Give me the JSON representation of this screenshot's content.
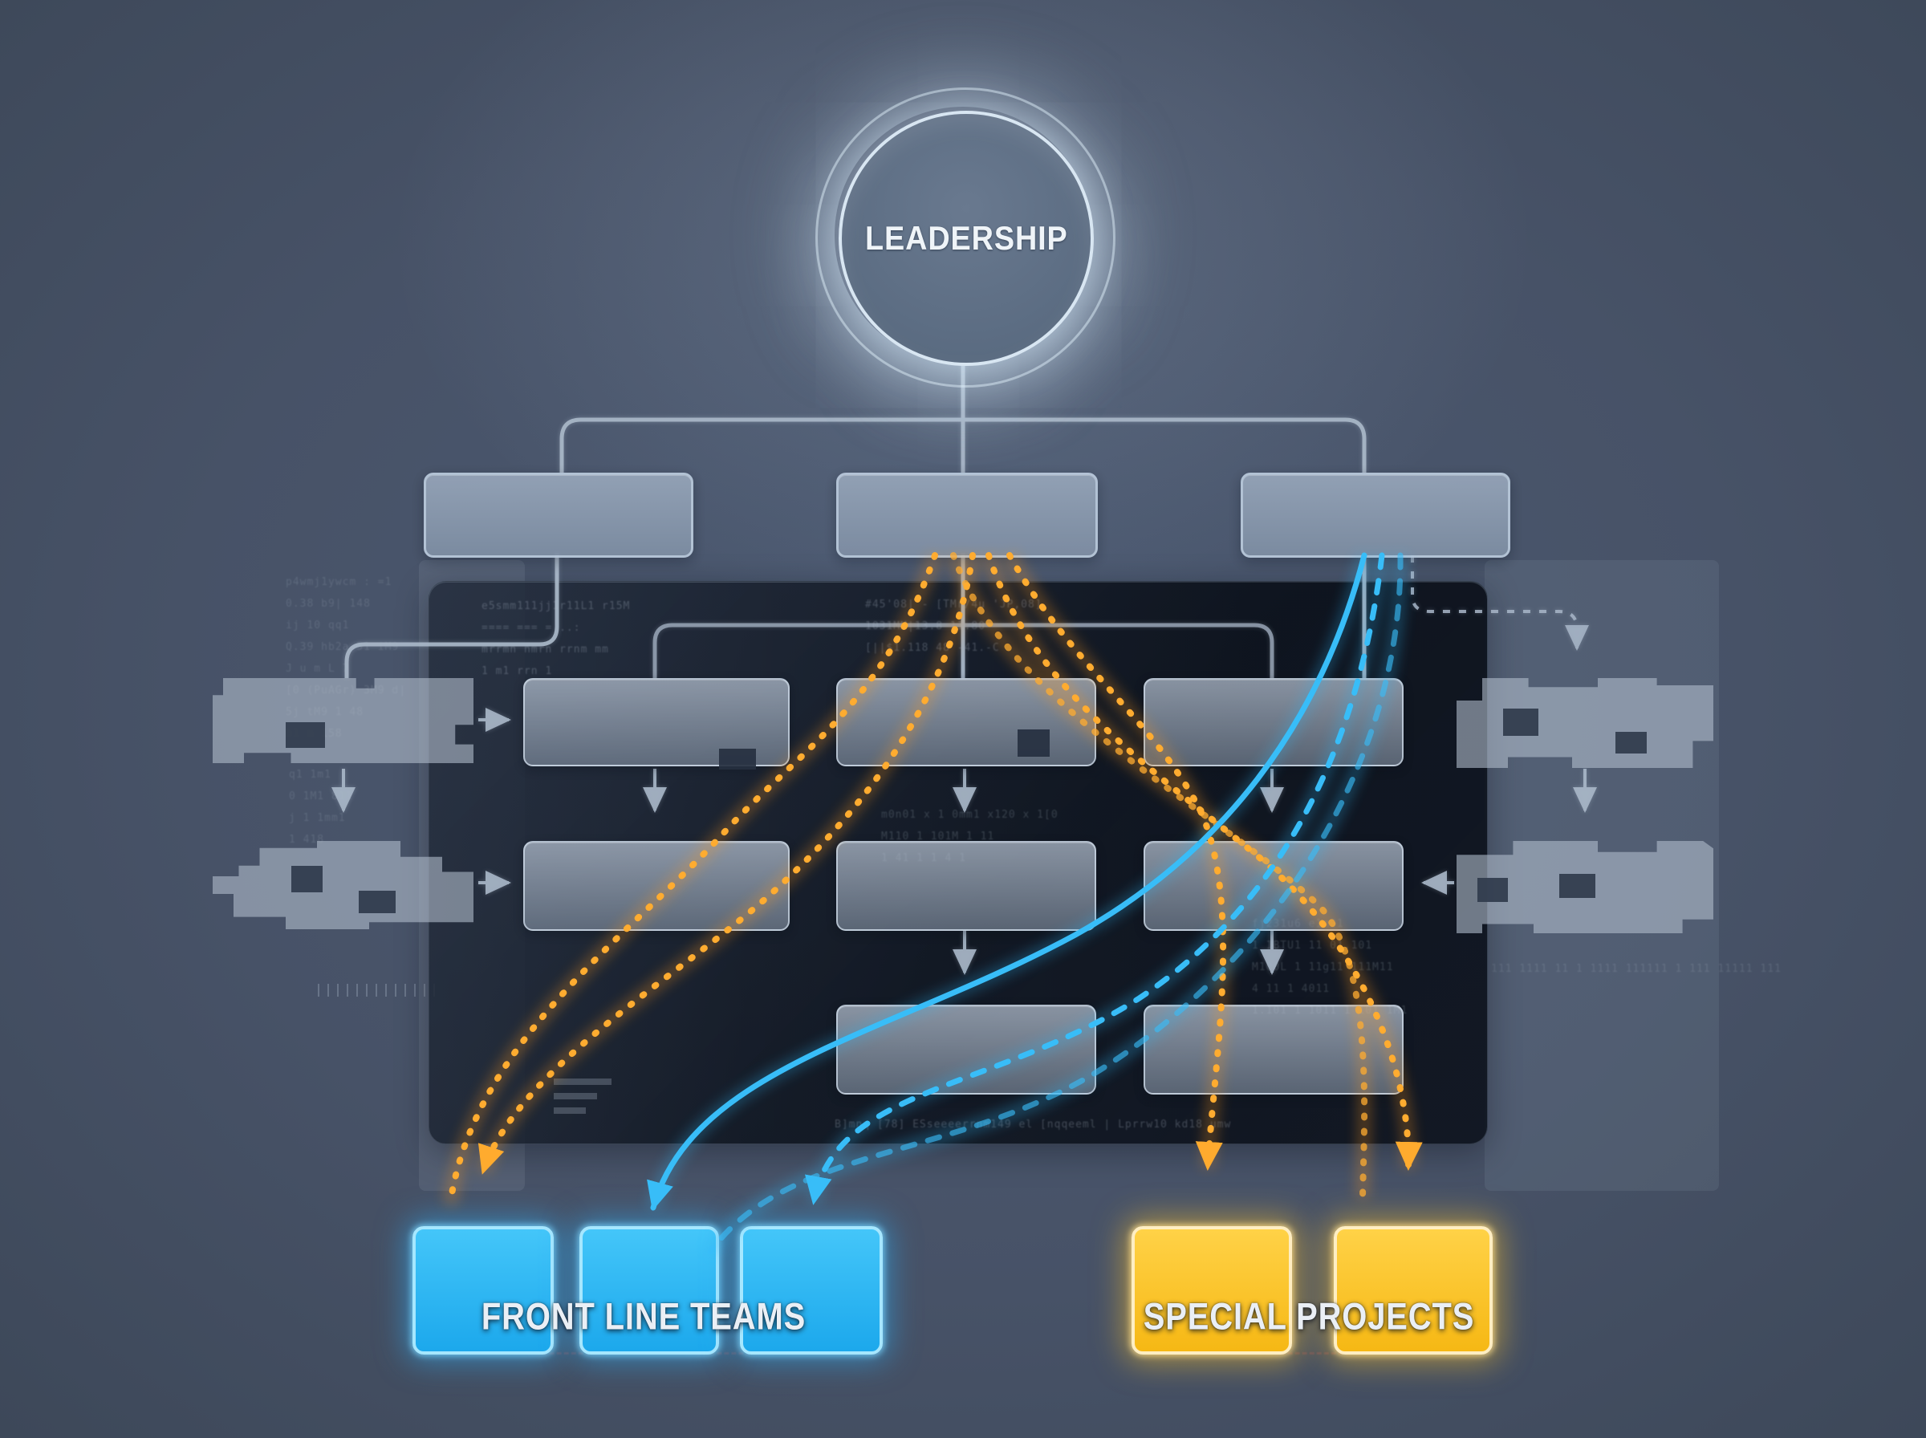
{
  "nodes": {
    "root": "LEADERSHIP",
    "frontline_label": "FRONT LINE TEAMS",
    "special_label": "SPECIAL PROJECTS"
  },
  "structure": {
    "level2_nodes": 3,
    "grid_rows": [
      5,
      5,
      2
    ],
    "frontline_boxes": 3,
    "special_boxes": 2,
    "flow_styles": [
      "orange-dotted",
      "blue-solid",
      "blue-dashed",
      "gray-dashed"
    ]
  },
  "colors": {
    "background": "#475267",
    "panel": "#131a28",
    "node_fill": "#8796ab",
    "node_border": "#b7c7d9",
    "connector_gray": "#a9b7c8",
    "flow_orange": "#ffac30",
    "flow_blue": "#38bdf8",
    "frontline_box": "#29b6f6",
    "special_box": "#ffc62a",
    "label_text": "#eaeff5"
  },
  "decor": {
    "codeLeft": "p4wmj1ywcm : =1\n0.38 b9| 148\nij 10 qq1\nQ.39 hb2a 51 iM9\nJ u m L 7\n[0 (PuAGr) 3M9 d|\n5j tM9 1 48\nb1 m 158",
    "codeLeft2": "q1 1m1\n0 1M1 811\nj 1 1mm1\n1 418",
    "codeTopA": "e5smm111jj1r11L1 r15M\n==== === = ..:\nmrrmn nmrn rrnm mm\n1 m1 rrn 1",
    "codeTopB": "#45'08| - [TMr/4u 'JP,08]\n1031MM|13.8 11.80\n[||$1.118 48 -41.-C",
    "codeMid": "m0n01 x 1 0mm1 x120 x 1[0\nM110 1 101M 1 11\n1 41 1 1 4 1",
    "codeRight": "fj231u6 e1m01\n1 1BTU1 11 01.101\nM100L 1 11g11 111M11\n4 11 1 4011\n1.101 1 1011 1 101 1M1",
    "codeBottom": "B]mnq [78] ESseeeerrnm149 el [nqqeeml | Lprrw10 kd18 umw",
    "rightFaint": "111 1111 11 1 1111 111111 1 111 11111 111"
  }
}
